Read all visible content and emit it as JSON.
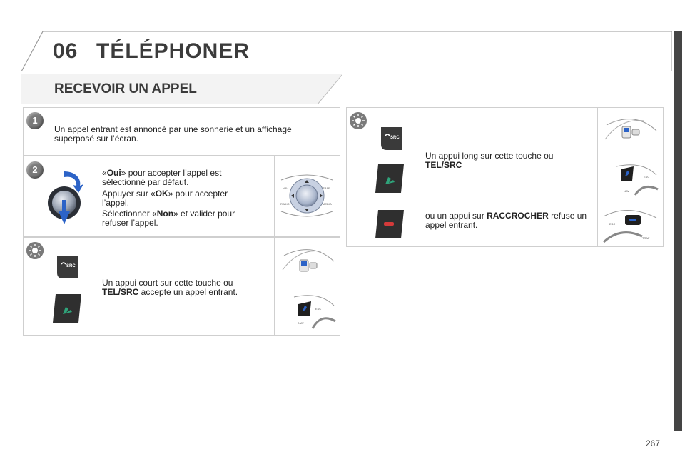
{
  "header": {
    "chapter_number": "06",
    "chapter_title": "TÉLÉPHONER"
  },
  "section": {
    "title": "RECEVOIR UN APPEL"
  },
  "steps": [
    {
      "badge": "1",
      "text": "Un appel entrant est annoncé par une sonnerie et un affichage superposé sur l’écran."
    },
    {
      "badge": "2",
      "p1_pre": "«",
      "p1_bold": "Oui",
      "p1_post": "» pour accepter l’appel est sélectionné par défaut.",
      "p2_pre": "Appuyer sur «",
      "p2_bold": "OK",
      "p2_post": "» pour accepter l’appel.",
      "p3_pre": "Sélectionner «",
      "p3_bold": "Non",
      "p3_post": "» et valider pour refuser l’appel."
    }
  ],
  "tip_left": {
    "pre": "Un appui court sur cette touche ou ",
    "bold": "TEL/SRC",
    "post": " accepte un appel entrant."
  },
  "tip_right": {
    "long_press": "Un appui long sur cette touche ou",
    "long_bold": "TEL/SRC",
    "hangup_pre": "ou un appui sur ",
    "hangup_bold": "RACCROCHER",
    "hangup_post": " refuse un appel entrant."
  },
  "labels": {
    "src": "SRC",
    "nav": "NAV",
    "traf": "TRAF",
    "radio": "RADIO",
    "media": "MEDIA",
    "esc": "ESC"
  },
  "page_number": "267",
  "colors": {
    "heading": "#3b3b3b",
    "accent_blue": "#2c63c7",
    "key_dark": "#3a3a3a",
    "badge": "#7a7a7a"
  }
}
